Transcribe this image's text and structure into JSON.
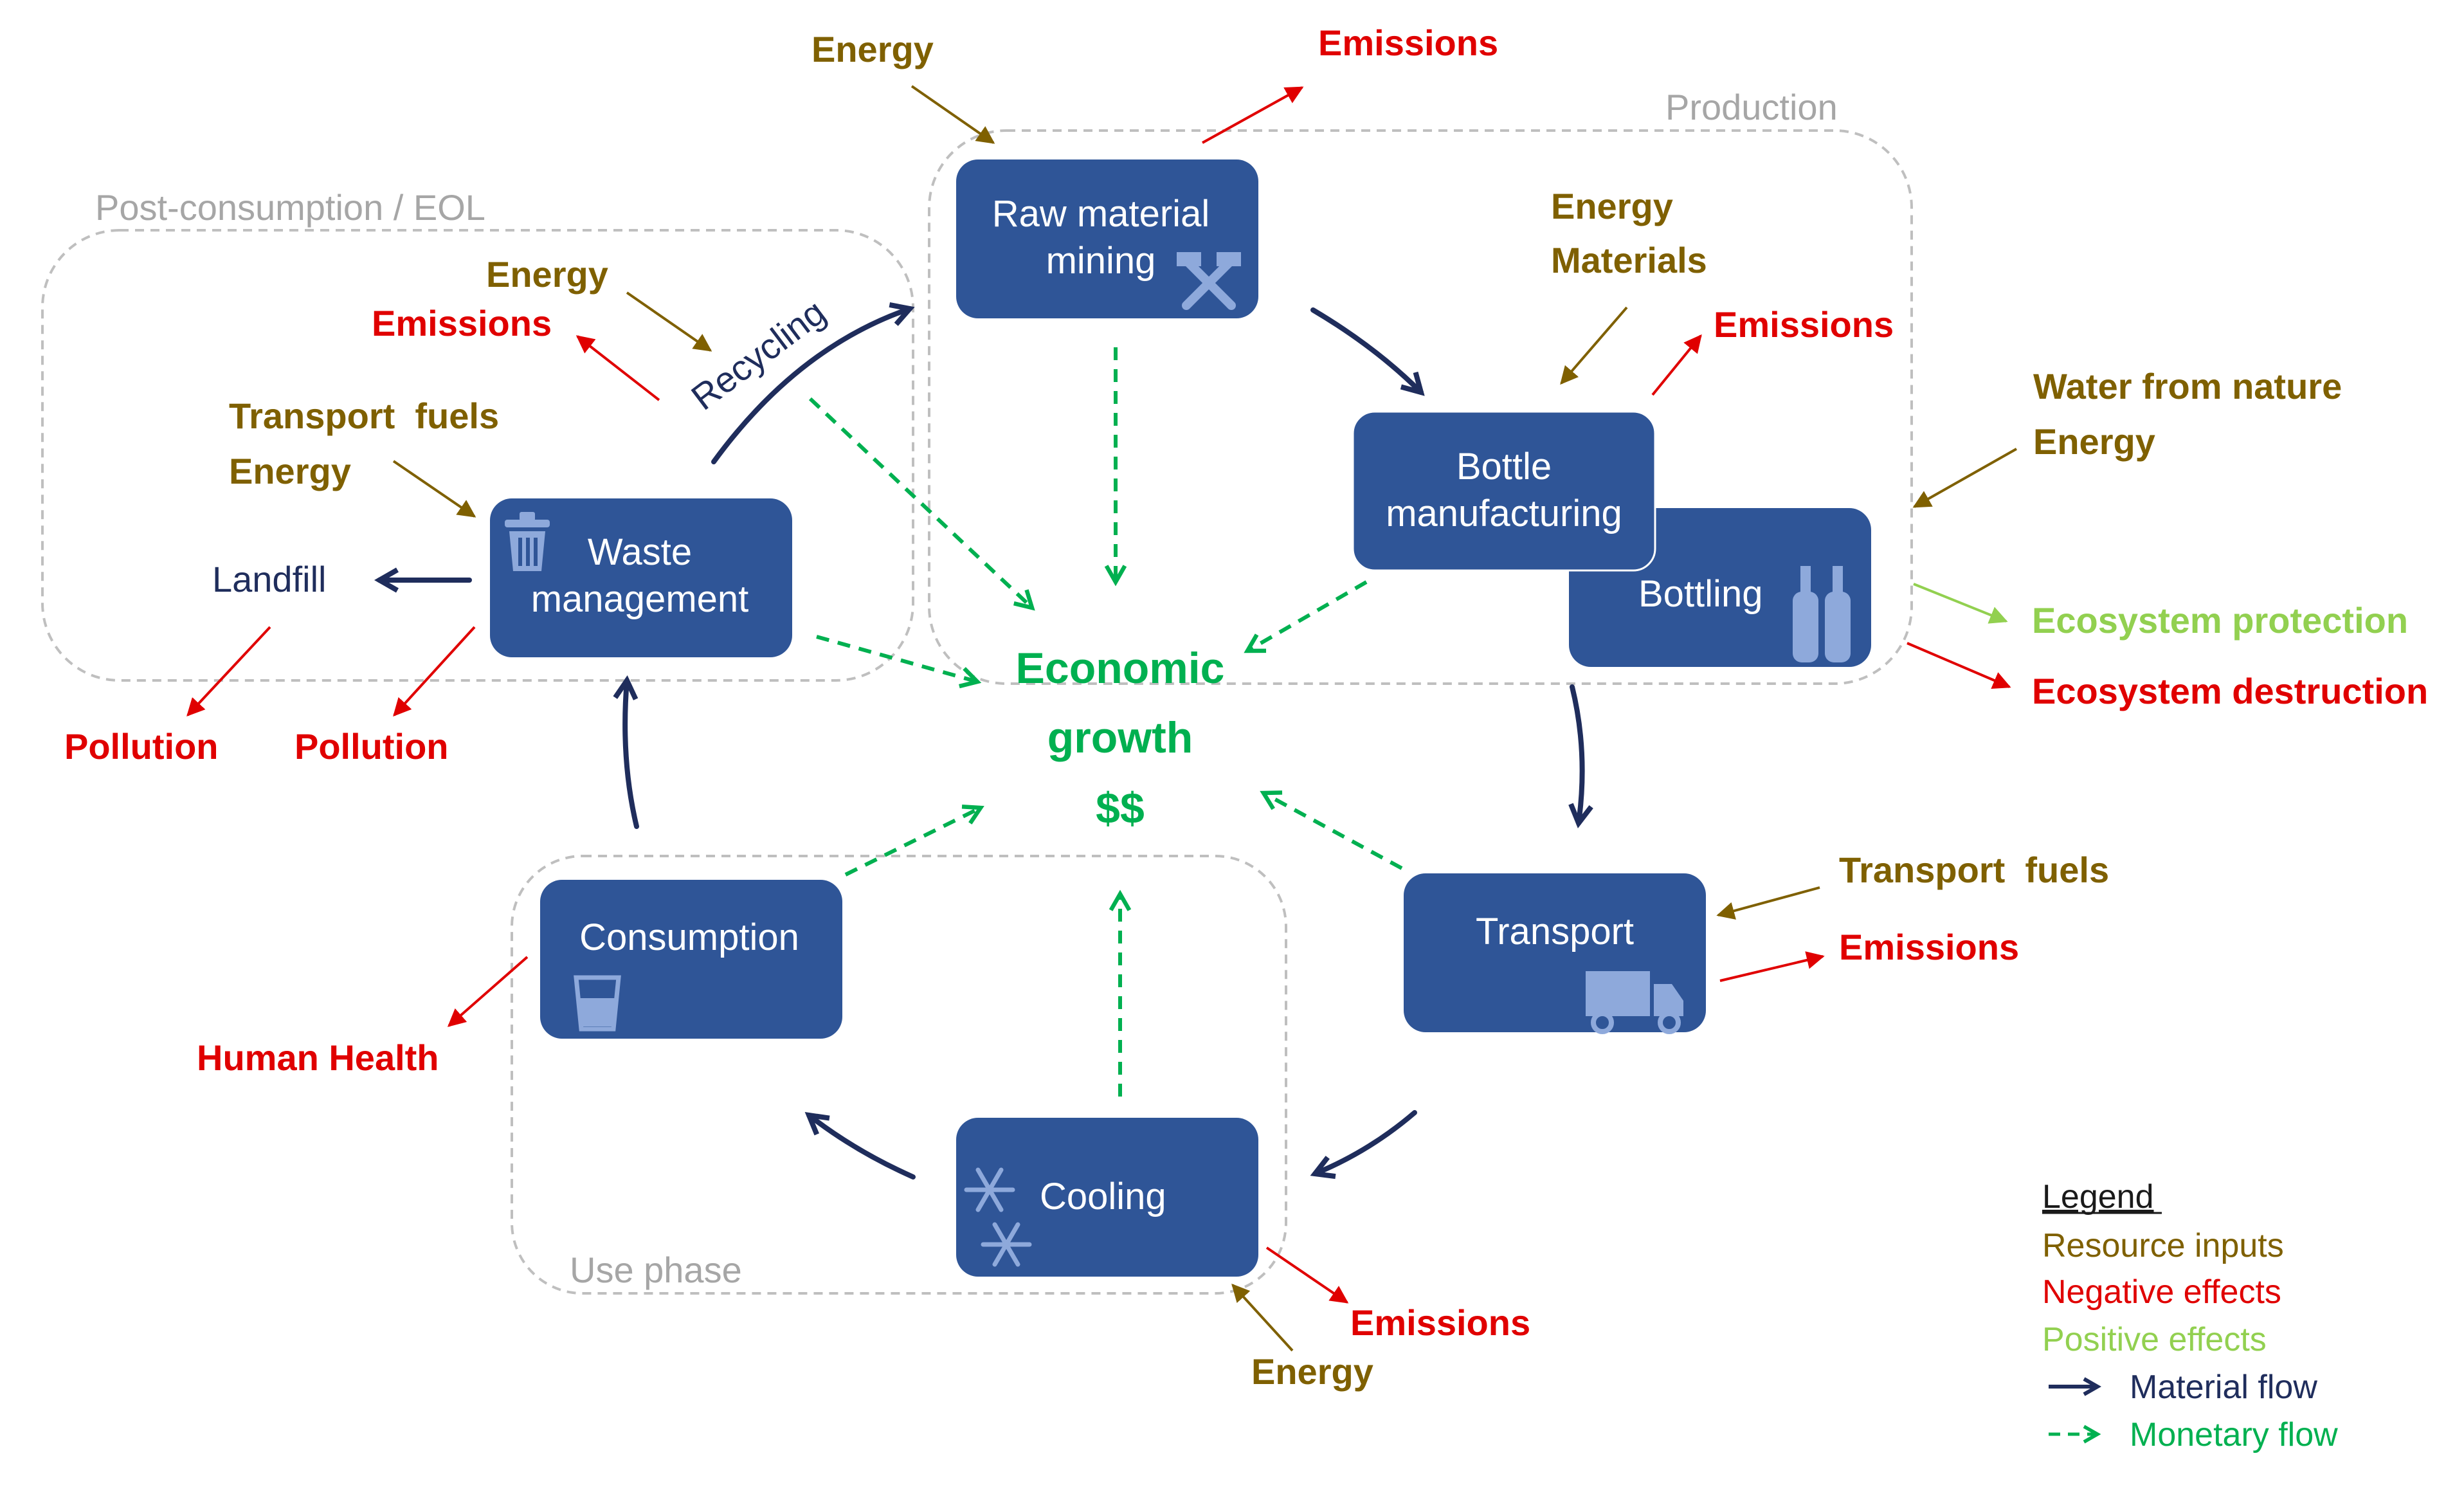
{
  "groups": {
    "production": "Production",
    "post_consumption": "Post-consumption / EOL",
    "use_phase": "Use phase"
  },
  "boxes": {
    "raw_material": [
      "Raw material",
      "mining"
    ],
    "bottle_manufacturing": [
      "Bottle",
      "manufacturing"
    ],
    "bottling": "Bottling",
    "transport": "Transport",
    "cooling": "Cooling",
    "consumption": "Consumption",
    "waste": [
      "Waste",
      "management"
    ]
  },
  "center": {
    "line1": "Economic",
    "line2": "growth",
    "line3": "$$"
  },
  "flows": {
    "recycling": "Recycling",
    "landfill": "Landfill"
  },
  "labels": {
    "raw_energy": "Energy",
    "raw_emissions": "Emissions",
    "bottle_energy": "Energy",
    "bottle_materials": "Materials",
    "bottle_emissions": "Emissions",
    "bottling_inputs": [
      "Water from nature",
      "Energy"
    ],
    "eco_protection": "Ecosystem protection",
    "eco_destruction": "Ecosystem destruction",
    "transport_fuels": "Transport  fuels",
    "transport_emissions": "Emissions",
    "cooling_emissions": "Emissions",
    "cooling_energy": "Energy",
    "human_health": "Human Health",
    "recycling_energy": "Energy",
    "recycling_emissions": "Emissions",
    "waste_inputs": [
      "Transport  fuels",
      "Energy"
    ],
    "pollution_1": "Pollution",
    "pollution_2": "Pollution"
  },
  "legend": {
    "title": "Legend",
    "resource_inputs": "Resource inputs",
    "negative_effects": "Negative effects",
    "positive_effects": "Positive effects",
    "material_flow": "Material flow",
    "monetary_flow": "Monetary flow"
  },
  "colors": {
    "box": "#2f5597",
    "material_arrow": "#1f2d5c",
    "monetary_arrow": "#00b050",
    "resource": "#7f6000",
    "negative": "#e00000",
    "positive": "#92d050",
    "group_border": "#bfbfbf"
  },
  "icons": {
    "raw_material": "hammer-pick-icon",
    "bottling": "bottles-icon",
    "transport": "truck-icon",
    "cooling": "snowflake-icon",
    "consumption": "glass-icon",
    "waste": "trash-icon"
  }
}
